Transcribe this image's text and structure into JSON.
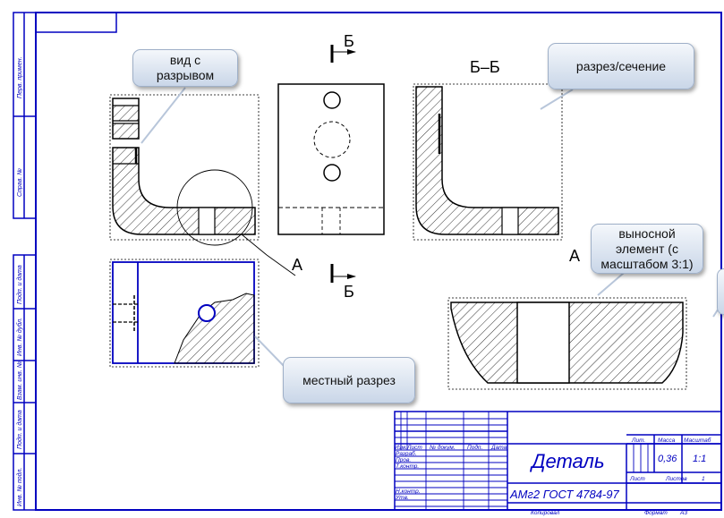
{
  "callouts": {
    "break_view": "вид с разрывом",
    "section": "разрез/сечение",
    "detail_element": "выносной элемент (с масштабом 3:1)",
    "local_section": "местный разрез"
  },
  "drawing": {
    "section_mark": "Б",
    "section_title": "Б–Б",
    "detail_mark": "А"
  },
  "side_strip": {
    "perv_primen": "Перв. примен.",
    "sprav_no": "Справ. №",
    "podp_data_top": "Подп. и дата",
    "inv_dubl": "Инв. № дубл.",
    "vzam_inv": "Взам. инв. №",
    "podp_data": "Подп. и дата",
    "inv_podl": "Инв. № подл."
  },
  "title_block": {
    "name": "Деталь",
    "material": "АМг2  ГОСТ 4784-97",
    "col_headers": [
      "Изм.",
      "Лист",
      "№ докум.",
      "Подп.",
      "Дата"
    ],
    "rows": [
      "Разраб.",
      "Пров.",
      "Т.контр.",
      "",
      "Н.контр.",
      "Утв."
    ],
    "lit_label": "Лит.",
    "mass_label": "Масса",
    "scale_label": "Масштаб",
    "mass_value": "0,36",
    "scale_value": "1:1",
    "sheet_label": "Лист",
    "sheets_label": "Листов",
    "sheets_value": "1",
    "copied": "Копировал",
    "format": "Формат",
    "format_value": "А3"
  }
}
